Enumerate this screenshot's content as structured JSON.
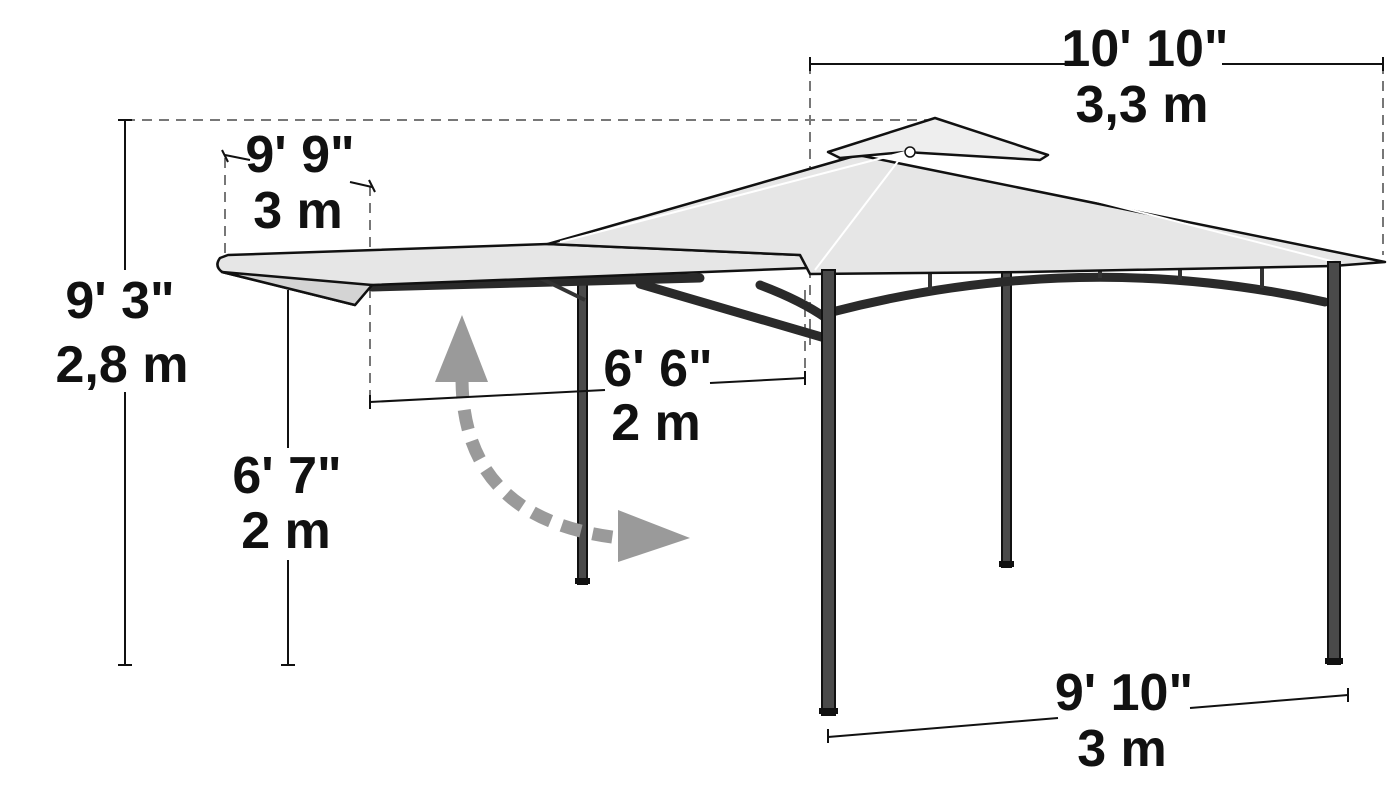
{
  "dimensions": {
    "total_height": {
      "imperial": "9' 3\"",
      "metric": "2,8 m"
    },
    "awning_length": {
      "imperial": "9' 9\"",
      "metric": "3 m"
    },
    "top_width": {
      "imperial": "10' 10\"",
      "metric": "3,3 m"
    },
    "awning_reach": {
      "imperial": "6' 6\"",
      "metric": "2 m"
    },
    "awning_height": {
      "imperial": "6' 7\"",
      "metric": "2 m"
    },
    "base_width": {
      "imperial": "9' 10\"",
      "metric": "3 m"
    }
  },
  "colors": {
    "canopy": "#e6e6e6",
    "frame": "#4a4a4a",
    "arrow": "#9a9a9a",
    "text": "#111111"
  },
  "icons": {
    "motion_arrow": "curved-dashed-double-arrow"
  }
}
